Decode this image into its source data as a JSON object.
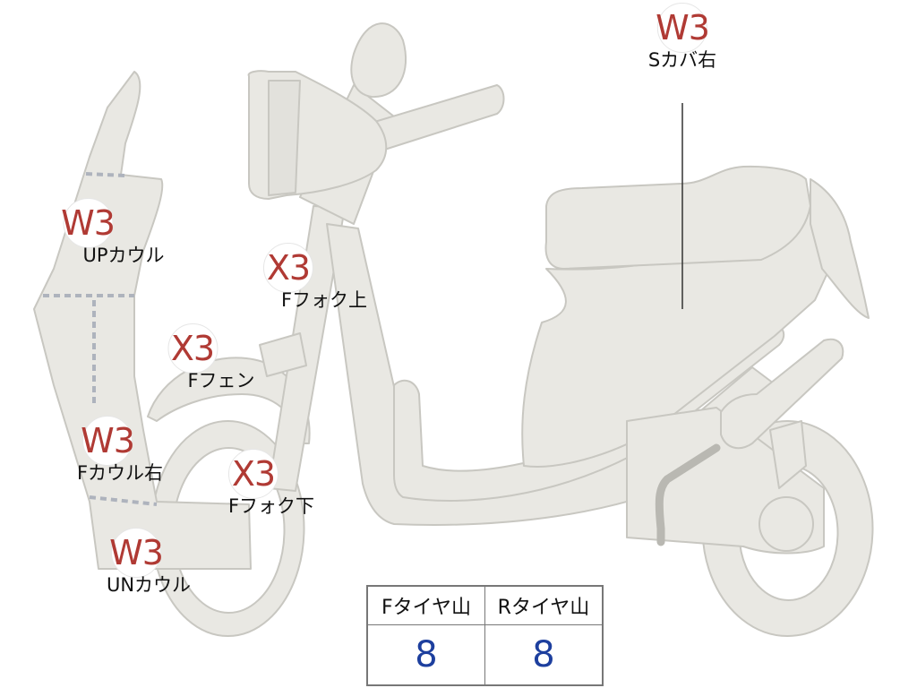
{
  "colors": {
    "body_fill": "#e9e8e3",
    "body_stroke": "#c8c7c1",
    "dash": "#aeb3bd",
    "badge_red": "#b03a34",
    "value_blue": "#1d3f9e"
  },
  "markers": [
    {
      "code": "W3",
      "label": "Sカバ右"
    },
    {
      "code": "W3",
      "label": "UPカウル"
    },
    {
      "code": "X3",
      "label": "Fフォク上"
    },
    {
      "code": "X3",
      "label": "Fフェン"
    },
    {
      "code": "W3",
      "label": "Fカウル右"
    },
    {
      "code": "X3",
      "label": "Fフォク下"
    },
    {
      "code": "W3",
      "label": "UNカウル"
    }
  ],
  "tire_table": {
    "headers": [
      "Fタイヤ山",
      "Rタイヤ山"
    ],
    "values": [
      "8",
      "8"
    ]
  }
}
